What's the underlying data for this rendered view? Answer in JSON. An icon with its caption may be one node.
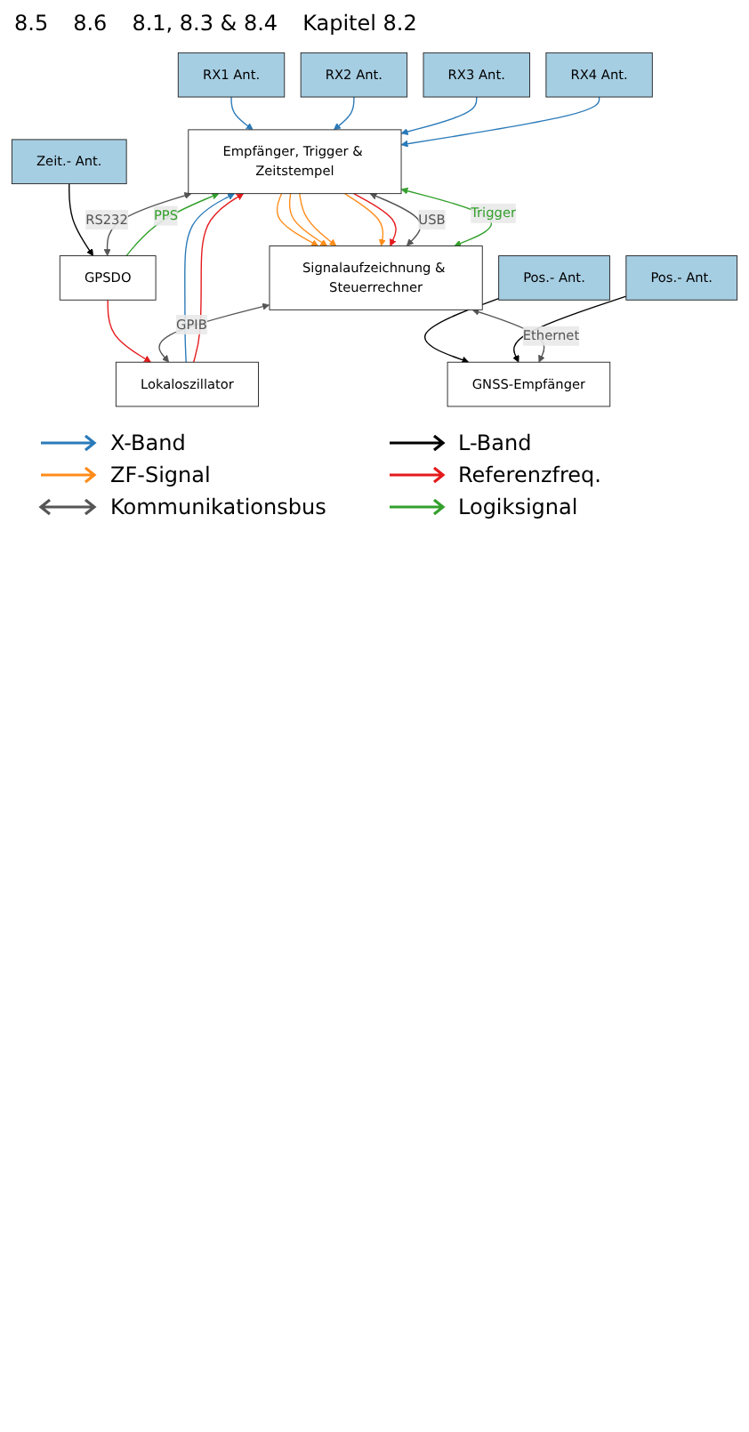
{
  "diagram": {
    "nodes": [
      {
        "text": [
          "RX1 Ant."
        ]
      },
      {
        "text": [
          "RX2 Ant."
        ]
      },
      {
        "text": [
          "RX3 Ant."
        ]
      },
      {
        "text": [
          "RX4 Ant."
        ]
      },
      {
        "text": [
          "Signalaufzeichnung & Steuerrechner"
        ]
      },
      {
        "text": [
          "Empfänger, Trigger & Zeitstempel"
        ]
      },
      {
        "text": [
          "Zeit.- Ant."
        ]
      },
      {
        "text": [
          "Lokaloszillator"
        ]
      },
      {
        "text": [
          "GPSDO"
        ]
      },
      {
        "text": [
          "Pos.- Ant."
        ]
      },
      {
        "text": [
          "Pos.- Ant."
        ]
      },
      {
        "text": [
          "GNSS-Empfänger"
        ]
      }
    ],
    "edges": [
      {
        "from": 0,
        "to": 5,
        "arrow": "to",
        "color": "#2a7ab9"
      },
      {
        "from": 1,
        "to": 5,
        "arrow": "to",
        "color": "#2a7ab9"
      },
      {
        "from": 2,
        "to": 5,
        "arrow": "to",
        "color": "#2a7ab9"
      },
      {
        "from": 3,
        "to": 5,
        "arrow": "to",
        "color": "#2a7ab9"
      },
      {
        "from": 5,
        "to": 4,
        "arrow": "to",
        "color": "#ff8c1a"
      },
      {
        "from": 5,
        "to": 4,
        "arrow": "to",
        "color": "#ff8c1a"
      },
      {
        "from": 5,
        "to": 4,
        "arrow": "to",
        "color": "#ff8c1a"
      },
      {
        "from": 5,
        "to": 4,
        "arrow": "to",
        "color": "#ff8c1a"
      },
      {
        "from": 5,
        "to": 4,
        "arrow": "to",
        "color": "#e41a1c"
      },
      {
        "from": 7,
        "to": 5,
        "arrow": "to",
        "color": "#2a7ab9"
      },
      {
        "from": 7,
        "to": 5,
        "arrow": "to",
        "color": "#e41a1c"
      },
      {
        "from": 8,
        "to": 7,
        "arrow": "to",
        "color": "#e41a1c"
      },
      {
        "from": 6,
        "to": 8,
        "arrow": "to",
        "color": "#000000"
      },
      {
        "from": 9,
        "to": 11,
        "arrow": "to",
        "color": "#000000"
      },
      {
        "from": 10,
        "to": 11,
        "arrow": "to",
        "color": "#000000"
      },
      {
        "from": 4,
        "to": 5,
        "arrow": "both",
        "label": "USB",
        "color": "#555555"
      },
      {
        "from": 4,
        "to": 5,
        "arrow": "both",
        "label": "Trigger",
        "color": "#33a02c"
      },
      {
        "from": 4,
        "to": 7,
        "arrow": "both",
        "label": "GPIB",
        "color": "#555555"
      },
      {
        "from": 4,
        "to": 11,
        "arrow": "both",
        "label": "Ethernet",
        "color": "#555555"
      },
      {
        "from": 5,
        "to": 8,
        "arrow": "both",
        "label": "RS232",
        "color": "#555555"
      },
      {
        "from": 8,
        "to": 5,
        "arrow": "to",
        "label": "PPS",
        "color": "#33a02c"
      }
    ],
    "labels": [
      "8.5",
      "8.6",
      "8.1, 8.3 & 8.4",
      "Kapitel 8.2"
    ],
    "legend": [
      {
        "text": "X-Band"
      },
      {
        "text": "L-Band"
      },
      {
        "text": "ZF-Signal"
      },
      {
        "text": "Referenzfreq."
      },
      {
        "text": "Kommunikationsbus"
      },
      {
        "text": "Logiksignal"
      }
    ]
  }
}
